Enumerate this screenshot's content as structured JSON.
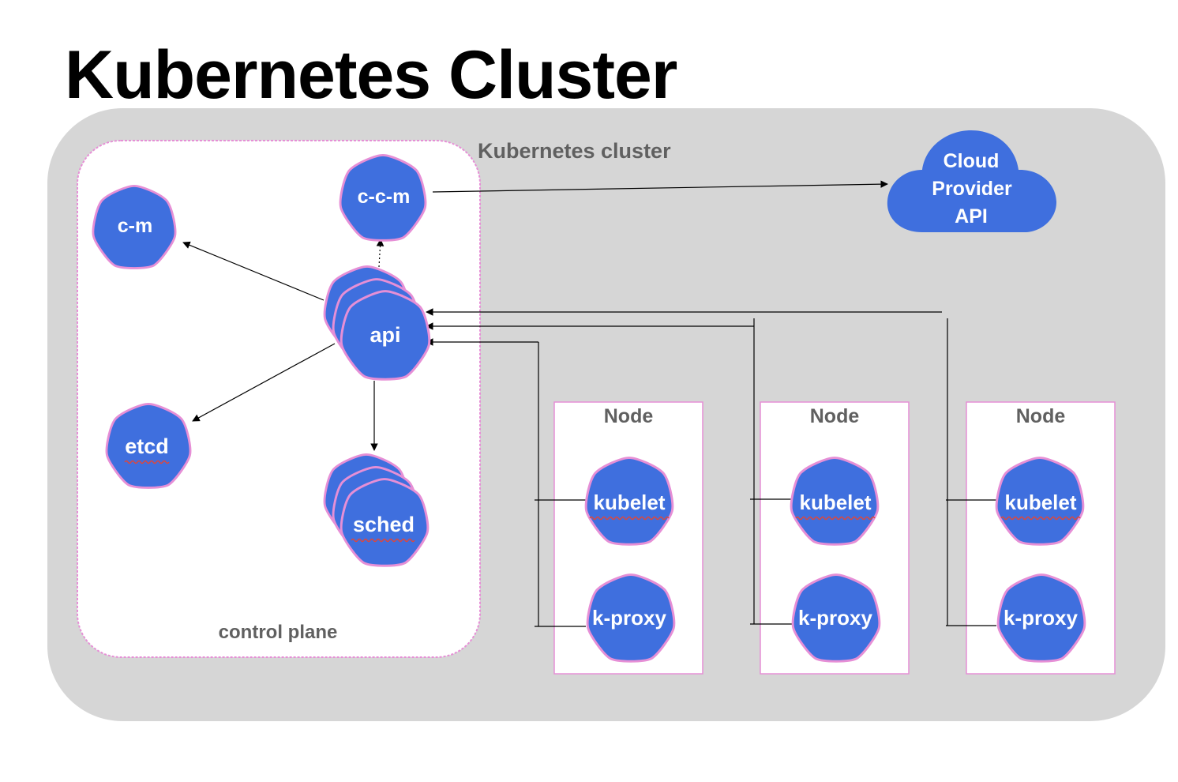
{
  "title": "Kubernetes Cluster",
  "cluster_label": "Kubernetes cluster",
  "control_plane_label": "control plane",
  "components": {
    "c_m": "c-m",
    "c_c_m": "c-c-m",
    "api": "api",
    "etcd": "etcd",
    "sched": "sched"
  },
  "cloud": {
    "line1": "Cloud",
    "line2": "Provider",
    "line3": "API"
  },
  "nodes": [
    {
      "label": "Node",
      "kubelet": "kubelet",
      "proxy": "k-proxy"
    },
    {
      "label": "Node",
      "kubelet": "kubelet",
      "proxy": "k-proxy"
    },
    {
      "label": "Node",
      "kubelet": "kubelet",
      "proxy": "k-proxy"
    }
  ],
  "colors": {
    "hex_fill": "#3f6fde",
    "hex_stroke": "#e68fd6",
    "cluster_bg": "#d6d6d6",
    "label_gray": "#606060",
    "dashed_border": "#e68fd6"
  }
}
